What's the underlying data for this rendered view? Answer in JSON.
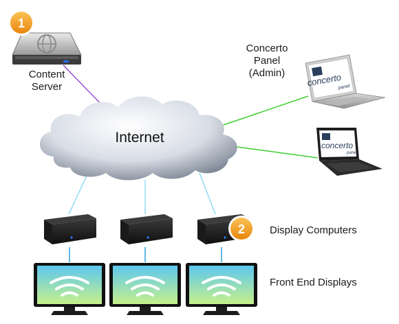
{
  "nodes": {
    "content_server": {
      "label_line1": "Content",
      "label_line2": "Server",
      "badge": "1"
    },
    "concerto_panel": {
      "label_line1": "Concerto",
      "label_line2": "Panel",
      "label_line3": "(Admin)",
      "brand": "concerto",
      "brand_sub": "panel"
    },
    "internet": {
      "label": "Internet"
    },
    "display_computers": {
      "label": "Display Computers",
      "badge": "2"
    },
    "front_end_displays": {
      "label": "Front End Displays"
    }
  },
  "colors": {
    "server_link": "#8a3fd1",
    "panel_link": "#3fcf2e",
    "display_link": "#7fd6f0",
    "badge": "#f39a16",
    "screen_top": "#5dc7f0",
    "screen_bottom": "#c6f08a"
  }
}
